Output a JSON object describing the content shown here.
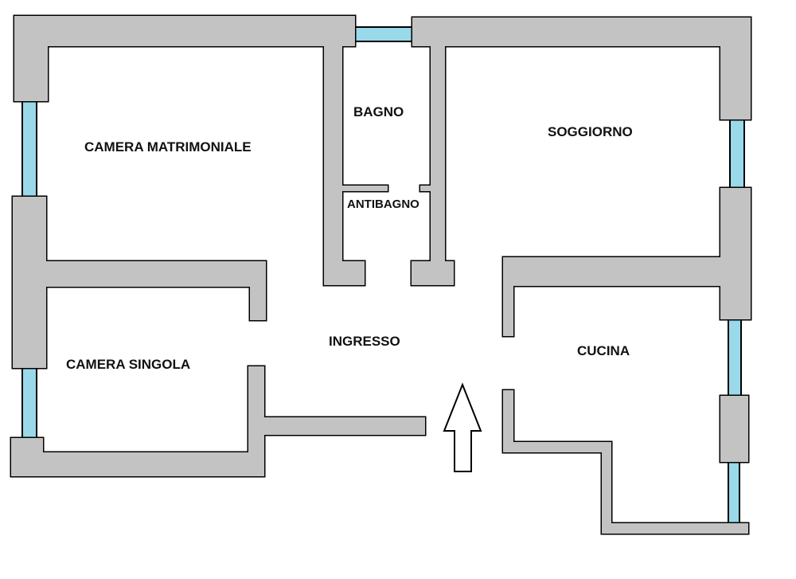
{
  "rooms": {
    "camera_matrimoniale": "CAMERA MATRIMONIALE",
    "bagno": "BAGNO",
    "antibagno": "ANTIBAGNO",
    "soggiorno": "SOGGIORNO",
    "ingresso": "INGRESSO",
    "camera_singola": "CAMERA SINGOLA",
    "cucina": "CUCINA"
  },
  "colors": {
    "wall": "#c3c3c3",
    "window": "#99d9ea",
    "outline": "#000000"
  },
  "icons": {
    "entrance": "arrow-up-icon"
  }
}
